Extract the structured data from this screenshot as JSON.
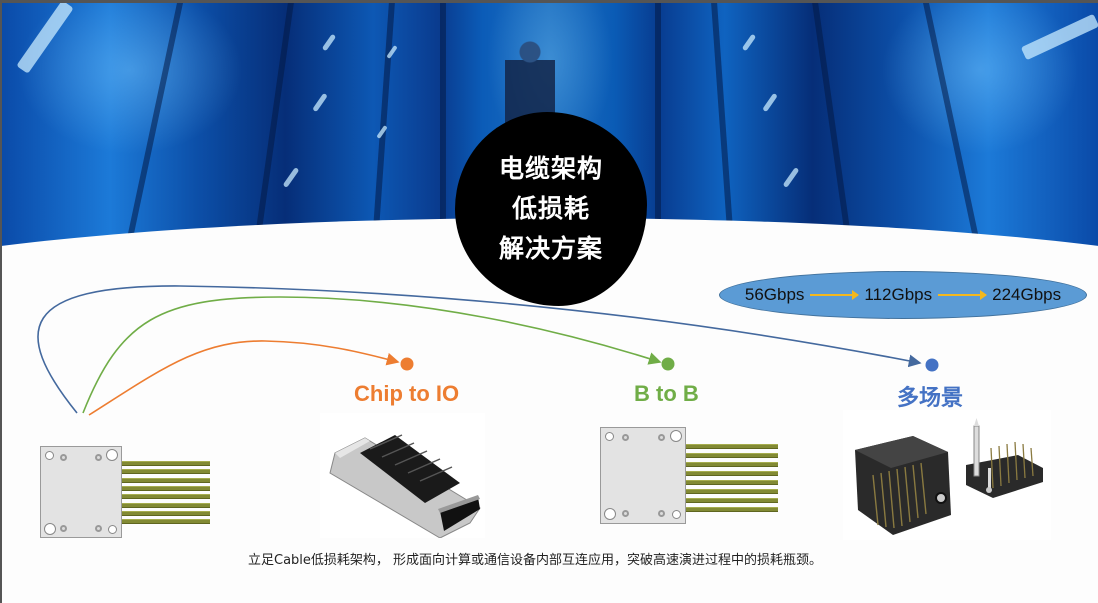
{
  "title": {
    "lines": [
      "电缆架构",
      "低损耗",
      "解决方案"
    ],
    "background_color": "#000000",
    "text_color": "#ffffff"
  },
  "speed_roadmap": {
    "steps": [
      "56Gbps",
      "112Gbps",
      "224Gbps"
    ],
    "fill_color": "#5b9bd5",
    "arrow_color": "#f4b81d"
  },
  "scenarios": [
    {
      "label": "Chip to IO",
      "color": "#ed7d31",
      "image": "qsfp-cage-connector-photo"
    },
    {
      "label": "B to B",
      "color": "#70ad47",
      "image": "chip-with-cable-traces"
    },
    {
      "label": "多场景",
      "color": "#4472c4",
      "image": "backplane-connector-photo"
    }
  ],
  "source": {
    "image": "chip-with-cable-traces"
  },
  "footer": {
    "text": "立足Cable低损耗架构， 形成面向计算或通信设备内部互连应用，突破高速演进过程中的损耗瓶颈。"
  },
  "hero": {
    "image": "data-center-server-racks-photo"
  }
}
